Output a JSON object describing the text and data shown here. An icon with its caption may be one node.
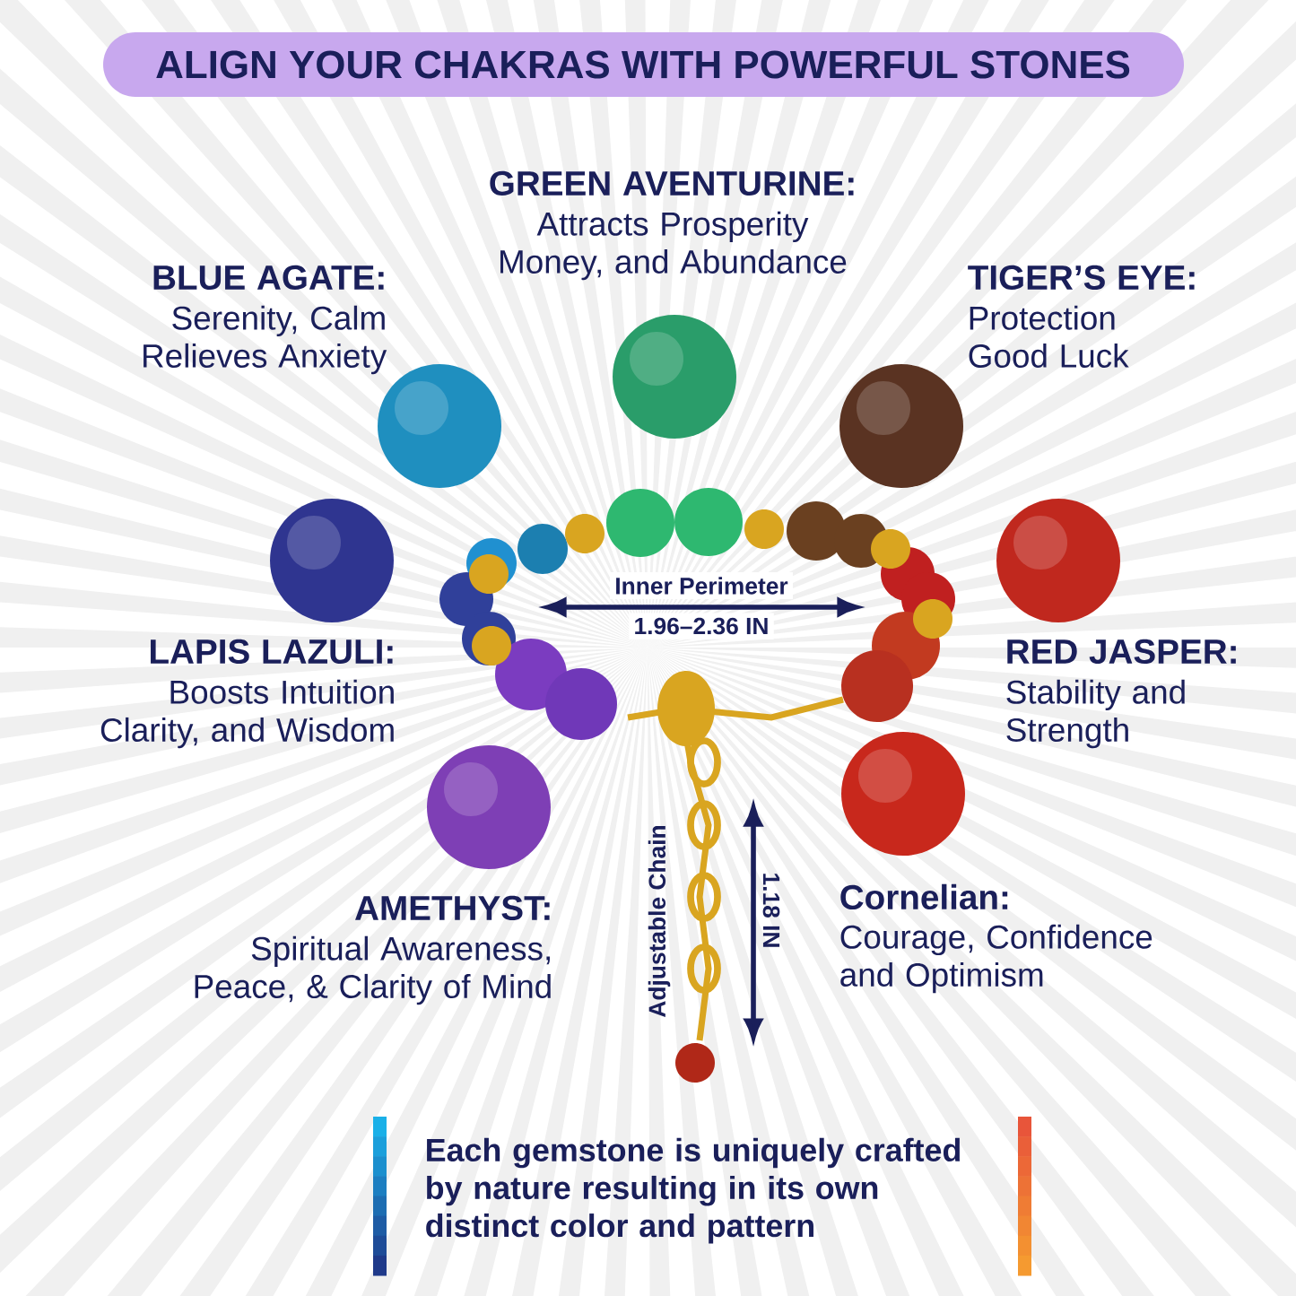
{
  "diagram": {
    "title": "ALIGN YOUR CHAKRAS WITH POWERFUL STONES",
    "caption": "Each gemstone is uniquely crafted by nature resulting in its own distinct color and pattern",
    "labels": [
      "GREEN AVENTURINE:",
      "Attracts Prosperity Money, and Abundance",
      "BLUE AGATE:",
      "Serenity, Calm Relieves Anxiety",
      "TIGER’S EYE:",
      "Protection Good Luck",
      "Inner Perimeter",
      "1.96–2.36 IN",
      "LAPIS LAZULI:",
      "Boosts Intuition Clarity, and Wisdom",
      "RED JASPER:",
      "Stability and Strength",
      "Adjustable Chain",
      "1.18 IN",
      "Cornelian:",
      "Courage, Confidence and Optimism",
      "AMETHYST:",
      "Spiritual Awareness, Peace, & Clarity of Mind"
    ]
  }
}
